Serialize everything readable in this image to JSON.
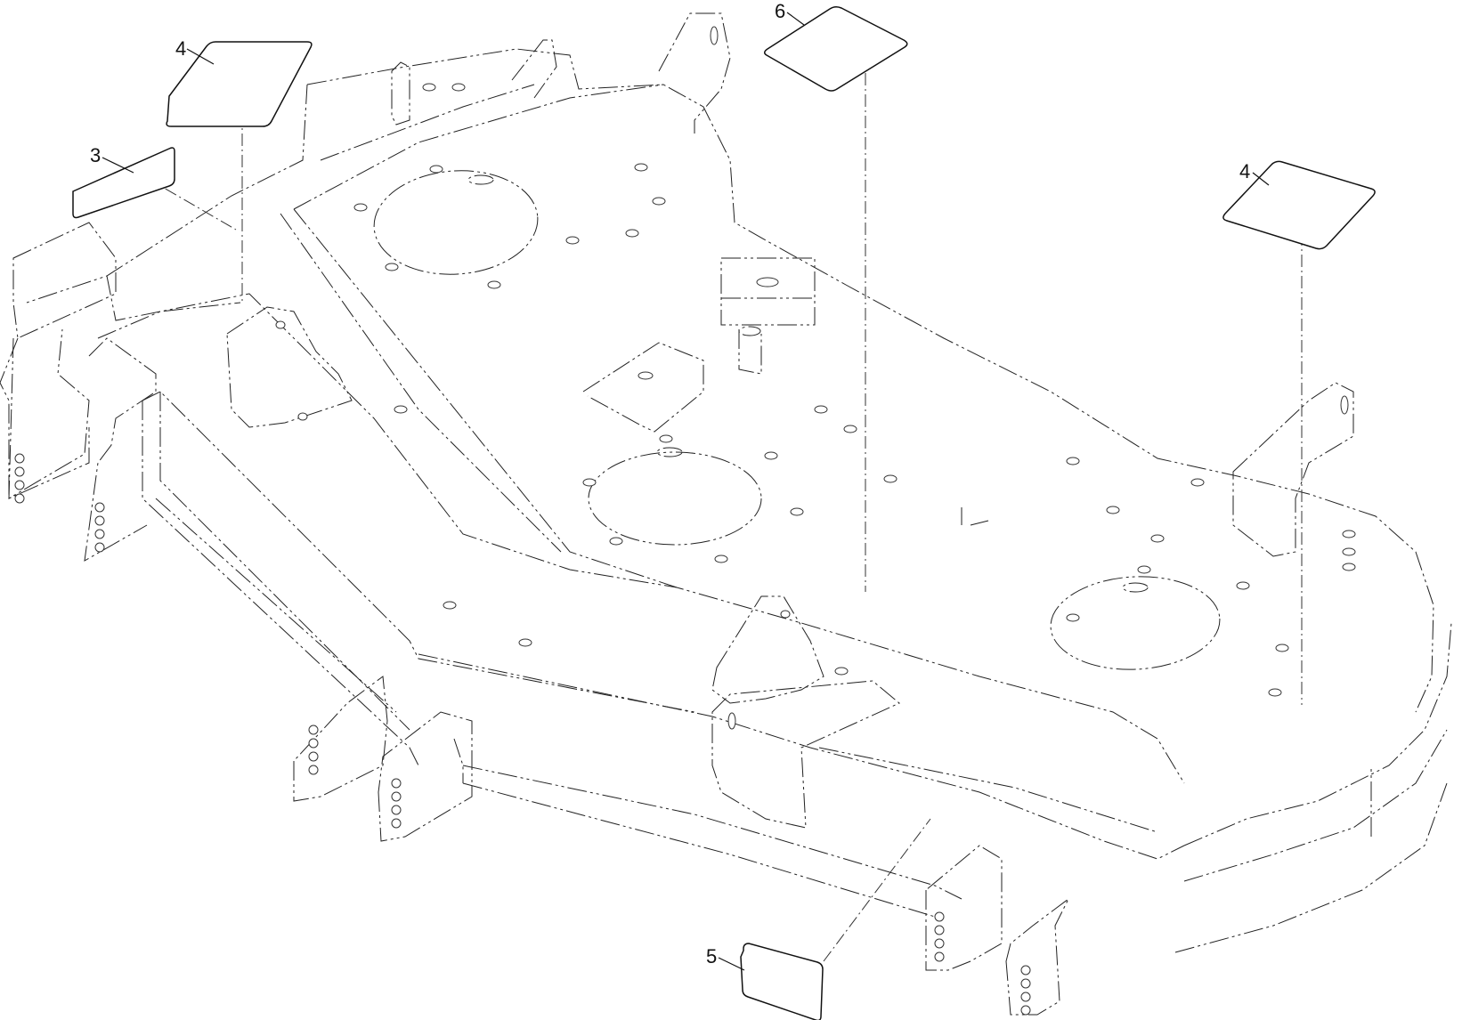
{
  "figure": {
    "callouts": [
      {
        "id": "c1",
        "label": "4"
      },
      {
        "id": "c2",
        "label": "3"
      },
      {
        "id": "c3",
        "label": "6"
      },
      {
        "id": "c4",
        "label": "4"
      },
      {
        "id": "c5",
        "label": "5"
      }
    ]
  }
}
